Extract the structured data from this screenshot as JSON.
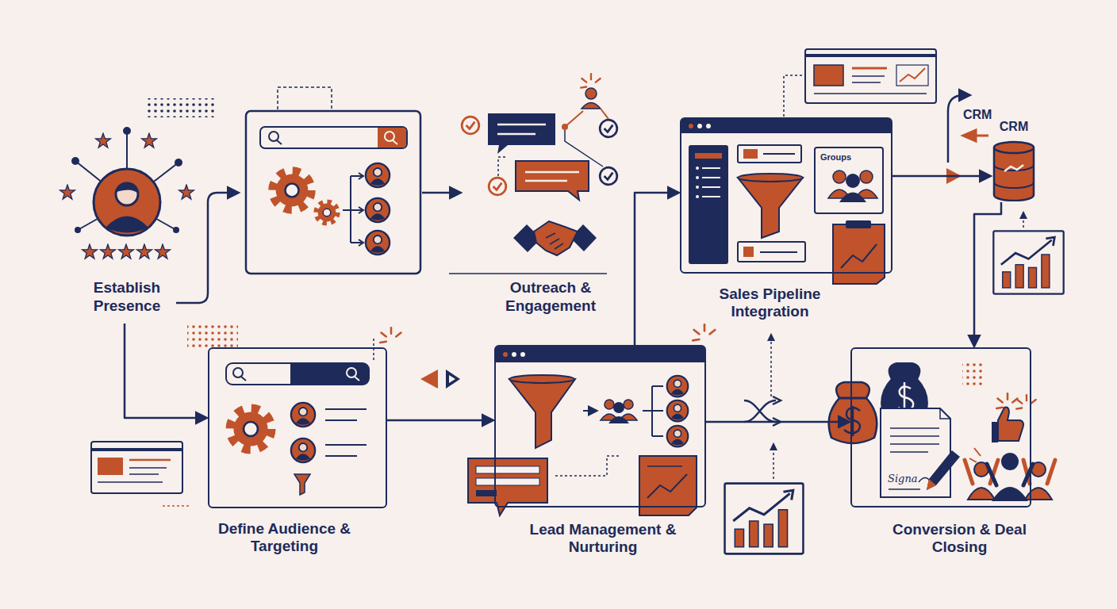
{
  "diagram": {
    "nodes": [
      {
        "text": [
          "Establish Presence"
        ]
      },
      {
        "text": [
          "Define Audience & Targeting"
        ]
      },
      {
        "text": [
          "Outreach & Engagement"
        ]
      },
      {
        "text": [
          "Lead Management & Nurturing"
        ]
      },
      {
        "text": [
          "Sales Pipeline Integration"
        ]
      },
      {
        "text": [
          "Groups"
        ],
        "in": 4
      },
      {
        "text": [
          "Conversion & Deal Closing"
        ]
      },
      {
        "text": [
          "CRM"
        ]
      }
    ],
    "edges": [
      {
        "from": 0,
        "to": 1,
        "arrow": "to"
      },
      {
        "from": 1,
        "to": 3,
        "arrow": "to"
      },
      {
        "from": 3,
        "to": 4,
        "arrow": "to"
      },
      {
        "from": 3,
        "to": 6,
        "arrow": "to"
      },
      {
        "from": 4,
        "to": 7,
        "arrow": "to"
      },
      {
        "from": 7,
        "to": 6,
        "arrow": "to"
      }
    ],
    "labels": [
      "CRM",
      "Signa"
    ]
  }
}
